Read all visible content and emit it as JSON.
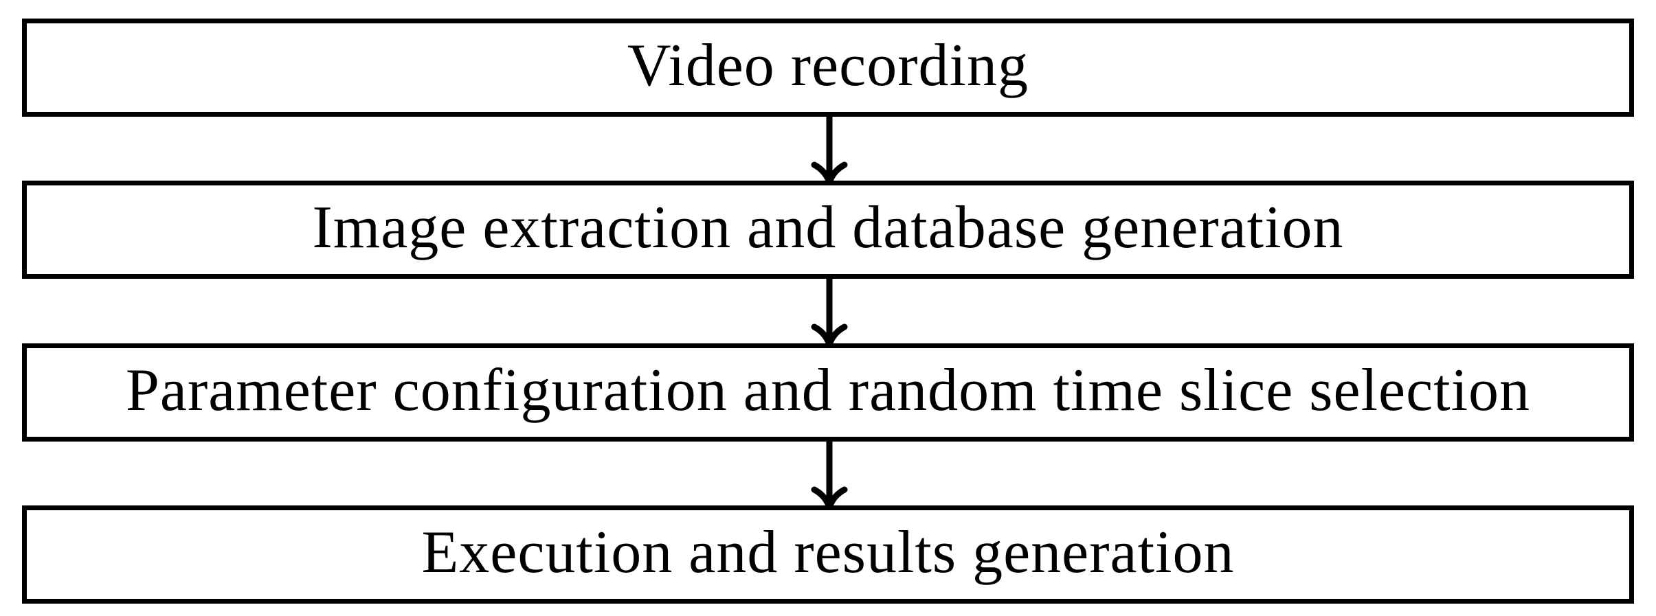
{
  "diagram": {
    "type": "flowchart",
    "direction": "top-down",
    "background_color": "#ffffff",
    "box_border_color": "#000000",
    "box_fill_color": "#ffffff",
    "text_color": "#000000",
    "nodes": [
      {
        "id": "video-recording",
        "label": "Video recording"
      },
      {
        "id": "image-extraction",
        "label": "Image extraction and database generation"
      },
      {
        "id": "parameter-configuration",
        "label": "Parameter configuration and random time slice selection"
      },
      {
        "id": "execution-results",
        "label": "Execution and results generation"
      }
    ],
    "edges": [
      {
        "from": "video-recording",
        "to": "image-extraction",
        "style": "arrow-down"
      },
      {
        "from": "image-extraction",
        "to": "parameter-configuration",
        "style": "arrow-down"
      },
      {
        "from": "parameter-configuration",
        "to": "execution-results",
        "style": "arrow-down"
      }
    ]
  }
}
